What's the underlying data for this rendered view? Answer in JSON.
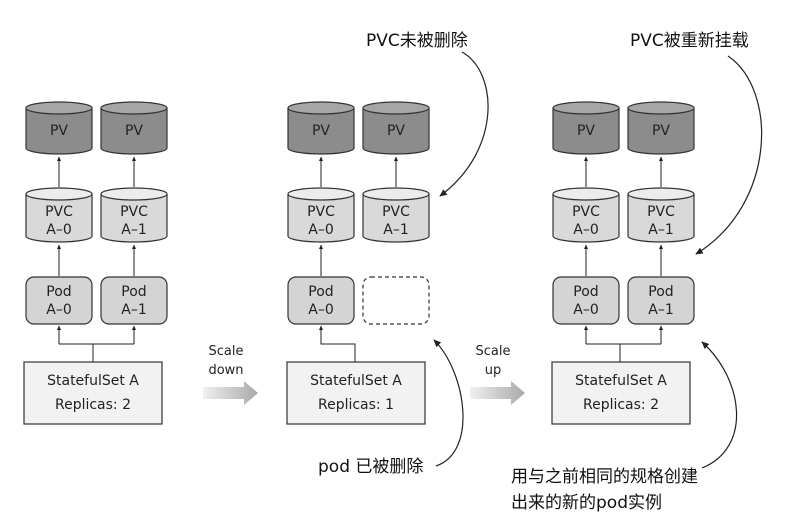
{
  "stage1": {
    "pv": [
      "PV",
      "PV"
    ],
    "pvc": [
      [
        "PVC",
        "A–0"
      ],
      [
        "PVC",
        "A–1"
      ]
    ],
    "pod": [
      [
        "Pod",
        "A–0"
      ],
      [
        "Pod",
        "A–1"
      ]
    ],
    "statefulset": {
      "name": "StatefulSet A",
      "replicas": "Replicas: 2"
    }
  },
  "stage2": {
    "pv": [
      "PV",
      "PV"
    ],
    "pvc": [
      [
        "PVC",
        "A–0"
      ],
      [
        "PVC",
        "A–1"
      ]
    ],
    "pod": [
      [
        "Pod",
        "A–0"
      ]
    ],
    "statefulset": {
      "name": "StatefulSet A",
      "replicas": "Replicas: 1"
    }
  },
  "stage3": {
    "pv": [
      "PV",
      "PV"
    ],
    "pvc": [
      [
        "PVC",
        "A–0"
      ],
      [
        "PVC",
        "A–1"
      ]
    ],
    "pod": [
      [
        "Pod",
        "A–0"
      ],
      [
        "Pod",
        "A–1"
      ]
    ],
    "statefulset": {
      "name": "StatefulSet A",
      "replicas": "Replicas: 2"
    }
  },
  "transitions": {
    "scale_down": [
      "Scale",
      "down"
    ],
    "scale_up": [
      "Scale",
      "up"
    ]
  },
  "annotations": {
    "pvc_not_deleted": "PVC未被删除",
    "pvc_remounted": "PVC被重新挂载",
    "pod_deleted": "pod 已被删除",
    "new_pod_line1": "用与之前相同的规格创建",
    "new_pod_line2": "出来的新的pod实例"
  },
  "colors": {
    "pv_fill": "#8c8c8c",
    "pv_top": "#a6a6a6",
    "pvc_fill": "#d9d9d9",
    "pvc_top": "#ececec",
    "pod_fill": "#d4d4d4",
    "ss_fill": "#f2f2f2",
    "stroke": "#333333"
  }
}
